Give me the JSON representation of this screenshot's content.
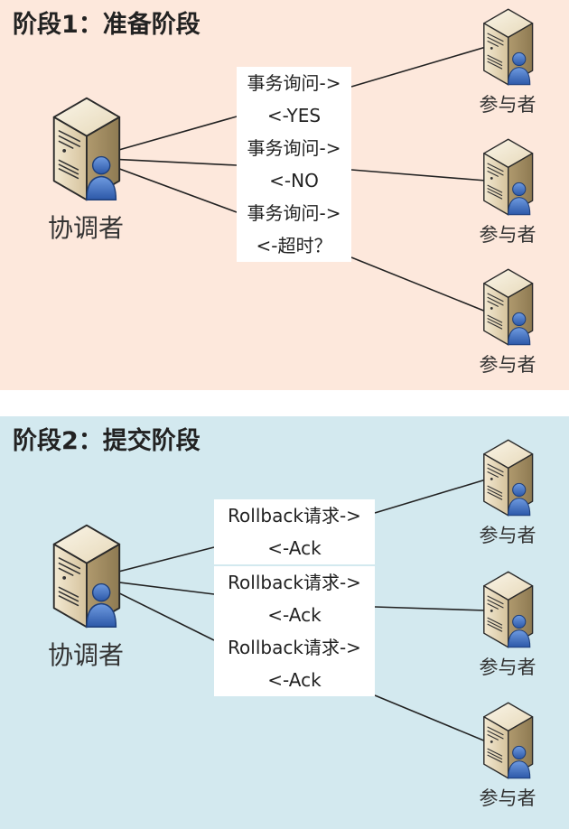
{
  "phases": [
    {
      "title": "阶段1：准备阶段",
      "coordinator": {
        "label": "协调者",
        "icon": "server-user-icon"
      },
      "participants": [
        {
          "label": "参与者",
          "icon": "server-user-icon"
        },
        {
          "label": "参与者",
          "icon": "server-user-icon"
        },
        {
          "label": "参与者",
          "icon": "server-user-icon"
        }
      ],
      "messages": [
        {
          "request": "事务询问->",
          "response": "<-YES"
        },
        {
          "request": "事务询问->",
          "response": "<-NO"
        },
        {
          "request": "事务询问->",
          "response": "<-超时？"
        }
      ]
    },
    {
      "title": "阶段2：提交阶段",
      "coordinator": {
        "label": "协调者",
        "icon": "server-user-icon"
      },
      "participants": [
        {
          "label": "参与者",
          "icon": "server-user-icon"
        },
        {
          "label": "参与者",
          "icon": "server-user-icon"
        },
        {
          "label": "参与者",
          "icon": "server-user-icon"
        }
      ],
      "messages": [
        {
          "request": "Rollback请求->",
          "response": "<-Ack"
        },
        {
          "request": "Rollback请求->",
          "response": "<-Ack"
        },
        {
          "request": "Rollback请求->",
          "response": "<-Ack"
        }
      ]
    }
  ]
}
